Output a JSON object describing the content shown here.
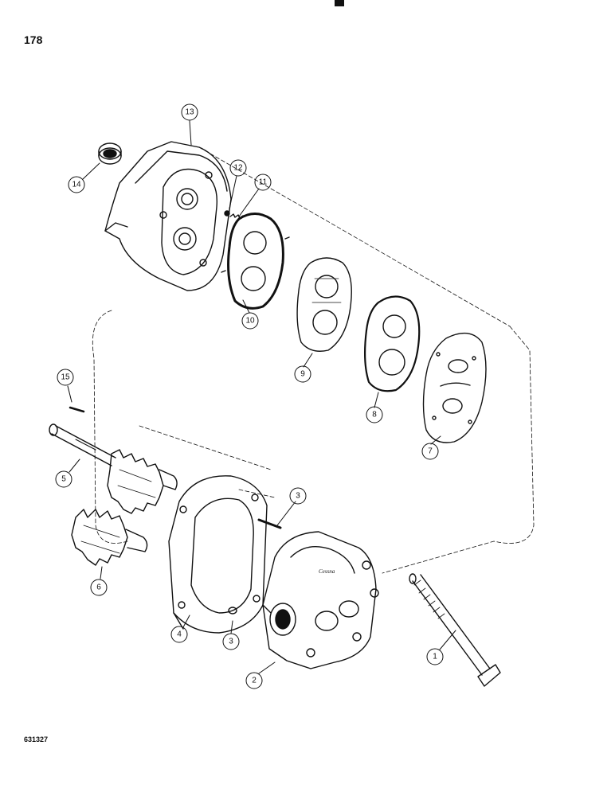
{
  "page": {
    "number": "178",
    "figure_code": "631327"
  },
  "callouts": [
    {
      "id": "c1",
      "label": "1"
    },
    {
      "id": "c2",
      "label": "2"
    },
    {
      "id": "c3a",
      "label": "3"
    },
    {
      "id": "c3b",
      "label": "3"
    },
    {
      "id": "c4",
      "label": "4"
    },
    {
      "id": "c5",
      "label": "5"
    },
    {
      "id": "c6",
      "label": "6"
    },
    {
      "id": "c7",
      "label": "7"
    },
    {
      "id": "c8",
      "label": "8"
    },
    {
      "id": "c9",
      "label": "9"
    },
    {
      "id": "c10",
      "label": "10"
    },
    {
      "id": "c11",
      "label": "11"
    },
    {
      "id": "c12",
      "label": "12"
    },
    {
      "id": "c13",
      "label": "13"
    },
    {
      "id": "c14",
      "label": "14"
    },
    {
      "id": "c15",
      "label": "15"
    }
  ]
}
